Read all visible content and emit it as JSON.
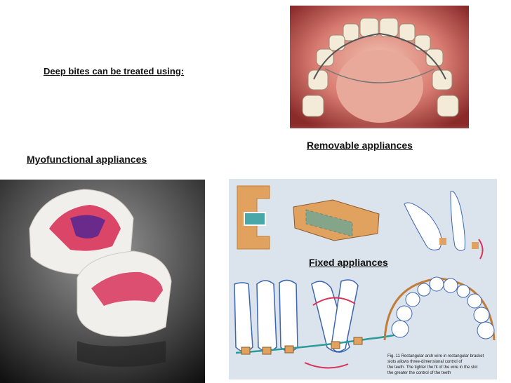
{
  "slide": {
    "intro": "Deep bites can be treated using:",
    "labels": {
      "myofunctional": "Myofunctional appliances",
      "removable": "Removable appliances",
      "fixed": "Fixed appliances"
    }
  },
  "figure_caption": {
    "line1": "Fig. 11 Rectangular arch wire in rectangular bracket",
    "line2": "slots allows three-dimensional control of",
    "line3": "the teeth. The tighter the fit of the wire in the slot",
    "line4": "the greater the control of the teeth"
  },
  "colors": {
    "mouth_red": "#b84a4a",
    "appliance_pink": "#d8335a",
    "appliance_purple": "#6a2a8c",
    "diagram_bg": "#dbe3ec",
    "bracket_orange": "#e2a25f",
    "wire_teal": "#2a9a9a",
    "tooth_outline": "#3c66b0"
  }
}
